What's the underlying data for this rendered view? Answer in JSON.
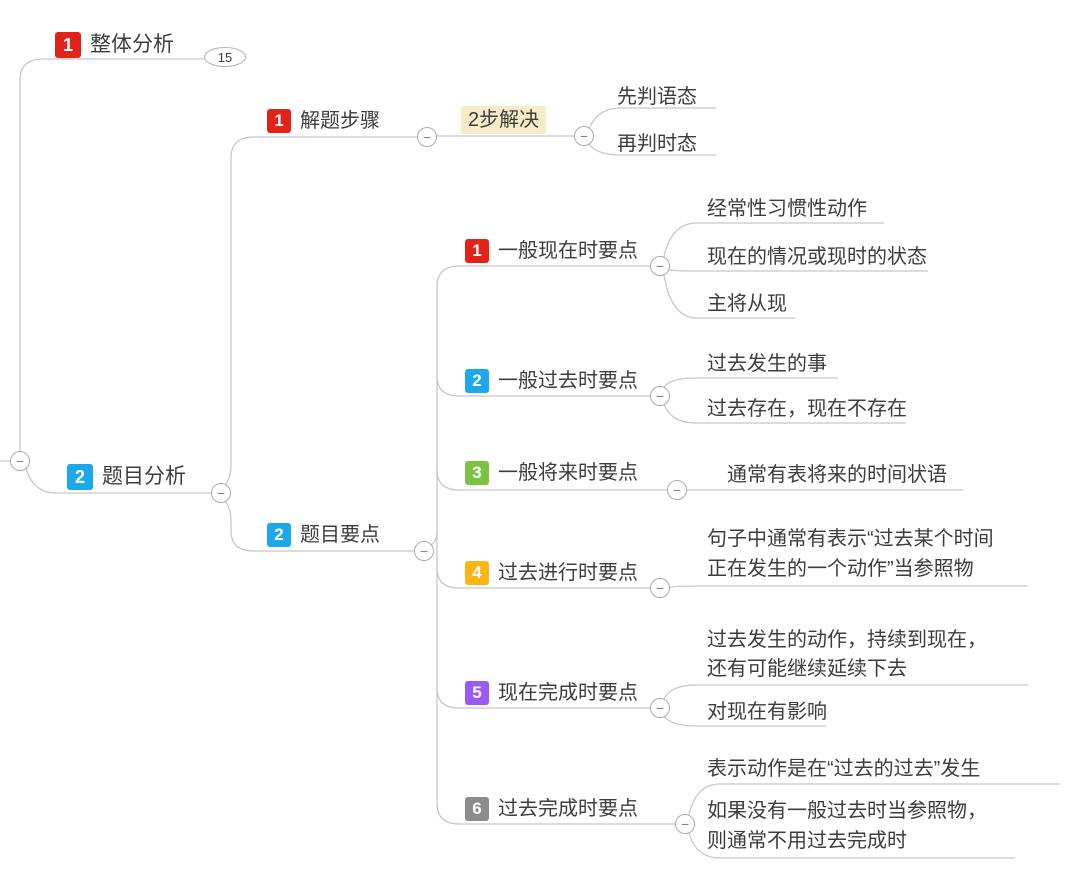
{
  "glyphs": {
    "minus": "−"
  },
  "colors": {
    "badge_red": "#e2231a",
    "badge_blue": "#1da8ec",
    "badge_green": "#7dc242",
    "badge_yellow": "#fbb614",
    "badge_purple": "#9a5bf5",
    "badge_gray": "#8c8c8c",
    "highlight_bg": "#f7ecc8",
    "line": "#c8c8c8",
    "text": "#3d3d3d"
  },
  "mindmap": {
    "branch1": {
      "badge": "1",
      "label": "整体分析",
      "collapsed_count": "15"
    },
    "branch2": {
      "badge": "2",
      "label": "题目分析",
      "steps": {
        "badge": "1",
        "label": "解题步骤",
        "solution": {
          "label": "2步解决",
          "children": [
            "先判语态",
            "再判时态"
          ]
        }
      },
      "points": {
        "badge": "2",
        "label": "题目要点",
        "items": [
          {
            "badge": "1",
            "label": "一般现在时要点",
            "children": [
              "经常性习惯性动作",
              "现在的情况或现时的状态",
              "主将从现"
            ]
          },
          {
            "badge": "2",
            "label": "一般过去时要点",
            "children": [
              "过去发生的事",
              "过去存在，现在不存在"
            ]
          },
          {
            "badge": "3",
            "label": "一般将来时要点",
            "children": [
              "通常有表将来的时间状语"
            ]
          },
          {
            "badge": "4",
            "label": "过去进行时要点",
            "children": [
              "句子中通常有表示“过去某个时间\n正在发生的一个动作”当参照物"
            ]
          },
          {
            "badge": "5",
            "label": "现在完成时要点",
            "children": [
              "过去发生的动作，持续到现在，\n还有可能继续延续下去",
              "对现在有影响"
            ]
          },
          {
            "badge": "6",
            "label": "过去完成时要点",
            "children": [
              "表示动作是在“过去的过去”发生",
              "如果没有一般过去时当参照物，\n则通常不用过去完成时"
            ]
          }
        ]
      }
    }
  }
}
